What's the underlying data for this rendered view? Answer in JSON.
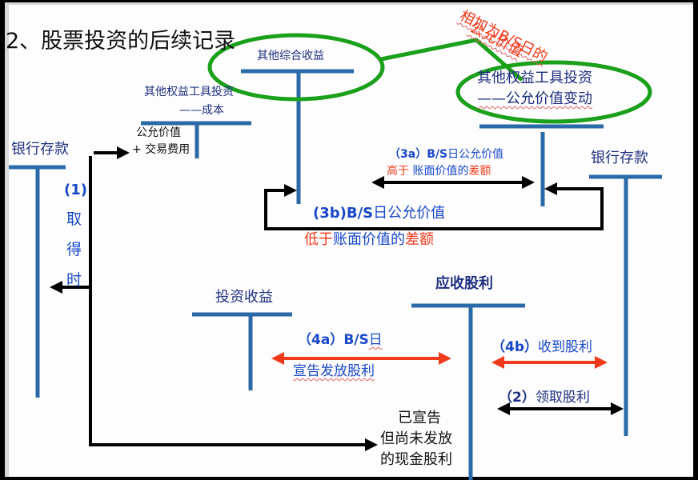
{
  "title": "2、股票投资的后续记录",
  "colors": {
    "t_account": "#2a6aa8",
    "green_highlight": "#1aa01a",
    "arrow_black": "#000000",
    "arrow_red": "#f03a1c",
    "label_navy": "#1f2f7f",
    "label_blue": "#1848c8",
    "label_red": "#f03a1c"
  },
  "accounts": {
    "bank_left": "银行存款",
    "equity_cost_line1": "其他权益工具投资",
    "equity_cost_line2": "——成本",
    "oci": "其他综合收益",
    "equity_fv_line1": "其他权益工具投资",
    "equity_fv_line2": "——公允价值变动",
    "bank_right": "银行存款",
    "investment_income": "投资收益",
    "dividend_receivable": "应收股利"
  },
  "annotations": {
    "sum_note_line1": "相加为B/S日的",
    "sum_note_line2": "公允价值",
    "cost_entry_line1": "公允价值",
    "cost_entry_line2": "+ 交易费用",
    "step1": [
      "(1)",
      "取",
      "得",
      "时"
    ],
    "step3a_line1_prefix": "（3a）",
    "step3a_line1_bold": "B/S",
    "step3a_line1_rest": "日公允价值",
    "step3a_line2_red1": "高于",
    "step3a_line2_blue": " 账面价值的",
    "step3a_line2_red2": "差额",
    "step3b_line1_bold": "(3b)B/S",
    "step3b_line1_rest": "日公允价值",
    "step3b_line2_red1": "低于",
    "step3b_line2_blue": "账面价值的",
    "step3b_line2_red2": "差额",
    "step4a_line1_prefix": "（4a）",
    "step4a_line1_bold": "B/S",
    "step4a_line1_rest": "日",
    "step4a_line2": "宣告发放股利",
    "step4b_prefix": "（4b）",
    "step4b_rest": "收到股利",
    "step2_prefix": "（2）",
    "step2_rest": "领取股利",
    "declared_div_line1": "已宣告",
    "declared_div_line2": "但尚未发放",
    "declared_div_line3": "的现金股利"
  }
}
